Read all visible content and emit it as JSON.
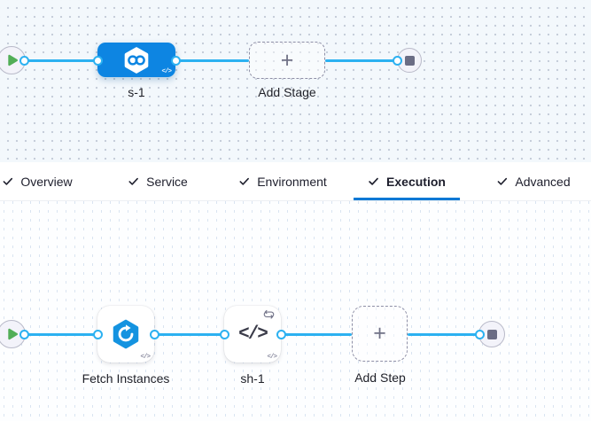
{
  "colors": {
    "connector": "#2cb1f1",
    "stage_blue": "#0d85e2",
    "accent": "#0278d5",
    "play_green": "#52ae57",
    "stop_gray": "#6b6d85",
    "icon_azure": "#1493e0"
  },
  "stage_pipeline": {
    "stages": [
      {
        "label": "s-1",
        "icon": "cd-stage-icon",
        "code_badge": "</>"
      }
    ],
    "add_stage": {
      "label": "Add Stage"
    }
  },
  "tab_bar": {
    "tabs": [
      {
        "label": "Overview",
        "active": false
      },
      {
        "label": "Service",
        "active": false
      },
      {
        "label": "Environment",
        "active": false
      },
      {
        "label": "Execution",
        "active": true
      },
      {
        "label": "Advanced",
        "active": false
      }
    ]
  },
  "execution_pipeline": {
    "steps": [
      {
        "label": "Fetch Instances",
        "icon": "fetch-instances-icon",
        "code_badge": "</>"
      },
      {
        "label": "sh-1",
        "icon": "shell-script-icon",
        "glyph": "</>",
        "code_badge": "</>"
      }
    ],
    "add_step": {
      "label": "Add Step"
    }
  }
}
